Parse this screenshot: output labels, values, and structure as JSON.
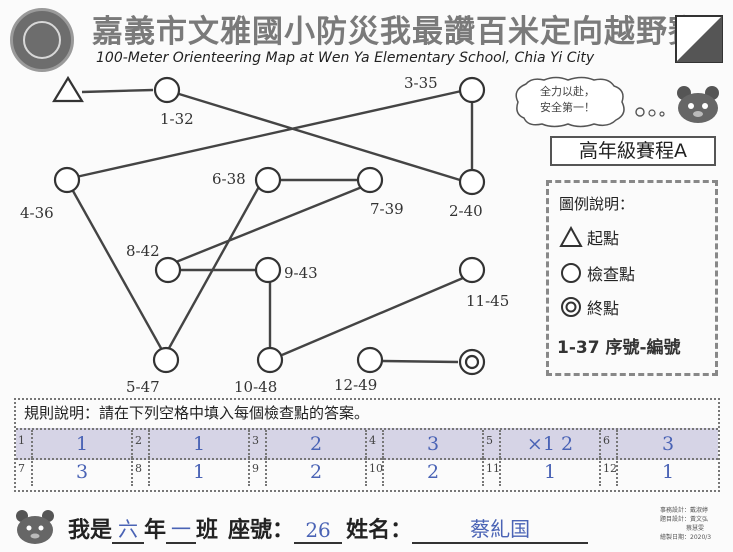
{
  "header": {
    "title_zh": "嘉義市文雅國小防災我最讚百米定向越野賽",
    "title_en": "100-Meter Orienteering Map at Wen Ya Elementary School, Chia Yi City"
  },
  "map": {
    "checkpoints": [
      {
        "id": "1-32",
        "label": "1-32"
      },
      {
        "id": "2-40",
        "label": "2-40"
      },
      {
        "id": "3-35",
        "label": "3-35"
      },
      {
        "id": "4-36",
        "label": "4-36"
      },
      {
        "id": "5-47",
        "label": "5-47"
      },
      {
        "id": "6-38",
        "label": "6-38"
      },
      {
        "id": "7-39",
        "label": "7-39"
      },
      {
        "id": "8-42",
        "label": "8-42"
      },
      {
        "id": "9-43",
        "label": "9-43"
      },
      {
        "id": "10-48",
        "label": "10-48"
      },
      {
        "id": "11-45",
        "label": "11-45"
      },
      {
        "id": "12-49",
        "label": "12-49"
      }
    ]
  },
  "bubble": {
    "line1": "全力以赴，",
    "line2": "安全第一！"
  },
  "course_label": "高年級賽程A",
  "legend": {
    "title": "圖例說明：",
    "start": "起點",
    "checkpoint": "檢查點",
    "finish": "終點",
    "numbering": "1-37 序號-編號"
  },
  "rules": {
    "text": "規則說明：請在下列空格中填入每個檢查點的答案。"
  },
  "answers": {
    "row1": [
      {
        "n": "1",
        "a": "1"
      },
      {
        "n": "2",
        "a": "1"
      },
      {
        "n": "3",
        "a": "2"
      },
      {
        "n": "4",
        "a": "3"
      },
      {
        "n": "5",
        "a": "×1 2"
      },
      {
        "n": "6",
        "a": "3"
      }
    ],
    "row2": [
      {
        "n": "7",
        "a": "3"
      },
      {
        "n": "8",
        "a": "1"
      },
      {
        "n": "9",
        "a": "2"
      },
      {
        "n": "10",
        "a": "2"
      },
      {
        "n": "11",
        "a": "1"
      },
      {
        "n": "12",
        "a": "1"
      }
    ]
  },
  "student": {
    "prefix": "我是",
    "grade": "六",
    "grade_label": "年",
    "class": "一",
    "class_label": "班",
    "seat_label": "座號：",
    "seat": "26",
    "name_label": "姓名：",
    "name": "蔡糺国"
  },
  "credits": {
    "line1": "事務設計：戴淑婷",
    "line2": "題目設計：黃文弘",
    "line3": "蔡慧雯",
    "line4": "繪製日期：2020/3"
  },
  "colors": {
    "grid_row1": "#d6d4e6",
    "handwriting": "#4a63b5"
  }
}
